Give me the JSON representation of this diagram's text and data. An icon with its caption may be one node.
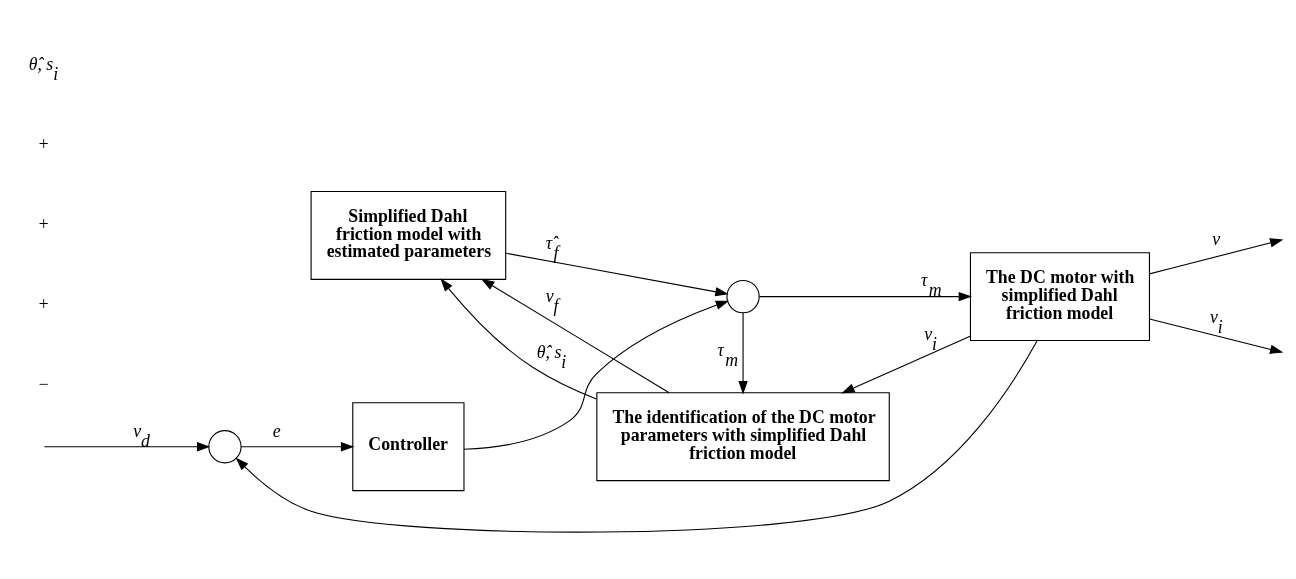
{
  "diagram": {
    "nodes": [
      {
        "text": [],
        "shape": "circle"
      },
      {
        "text": [
          "Controller"
        ]
      },
      {
        "text": [],
        "shape": "circle"
      },
      {
        "text": [
          "The DC motor with simplified Dahl friction model"
        ]
      },
      {
        "text": [
          "Simplified Dahl friction model with estimated parameters"
        ]
      },
      {
        "text": [
          "The identification of the DC motor parameters with simplified Dahl friction model"
        ]
      }
    ],
    "edges": [
      {
        "from": null,
        "to": 0,
        "arrow": "to",
        "label": "v$_{d}$"
      },
      {
        "from": 3,
        "to": 0,
        "arrow": "to"
      },
      {
        "from": 0,
        "to": 1,
        "arrow": "to",
        "label": "e"
      },
      {
        "from": 1,
        "to": 2,
        "arrow": "to"
      },
      {
        "from": 2,
        "to": 3,
        "arrow": "to",
        "label": "τ$_{m}$"
      },
      {
        "from": 3,
        "to": null,
        "arrow": "to",
        "label": "v"
      },
      {
        "from": 3,
        "to": 5,
        "arrow": "to",
        "label": "v$_{i}$"
      },
      {
        "from": 3,
        "to": null,
        "arrow": "to",
        "label": "v$_{i}$"
      },
      {
        "from": 2,
        "to": 5,
        "arrow": "to",
        "label": "τ$_{m}$"
      },
      {
        "from": 4,
        "to": 2,
        "arrow": "to",
        "label": "τ̂$_{f}$"
      },
      {
        "from": 5,
        "to": 4,
        "arrow": "to",
        "label": "v$_{f}$"
      },
      {
        "from": 5,
        "to": 4,
        "arrow": "to",
        "label": "θ̂, s$_{i}$"
      }
    ],
    "labels": [
      "−",
      "+",
      "+",
      "+",
      "θ̂, s$_{i}$"
    ]
  }
}
